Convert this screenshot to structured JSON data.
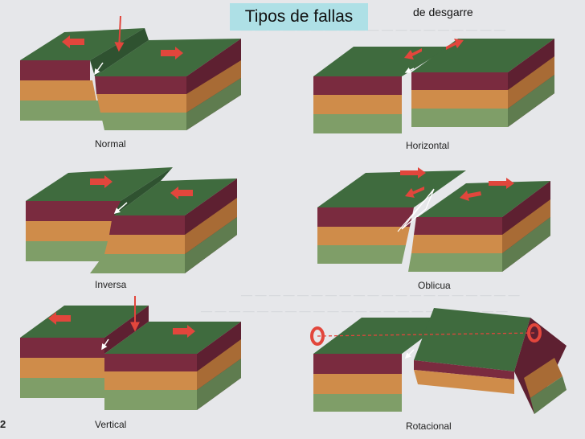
{
  "title": "Tipos de fallas",
  "subtitle": "de desgarre",
  "labels": {
    "normal": "Normal",
    "horizontal": "Horizontal",
    "inversa": "Inversa",
    "oblicua": "Oblicua",
    "vertical": "Vertical",
    "rotacional": "Rotacional"
  },
  "page_number": "2",
  "colors": {
    "top": "#3f6b3e",
    "layer_red": "#7a2b3f",
    "layer_orange": "#cf8c4a",
    "layer_green": "#7f9e68",
    "side_red": "#5e2031",
    "side_orange": "#a86b35",
    "side_green": "#5f7c4f",
    "arrow": "#e2463c"
  }
}
